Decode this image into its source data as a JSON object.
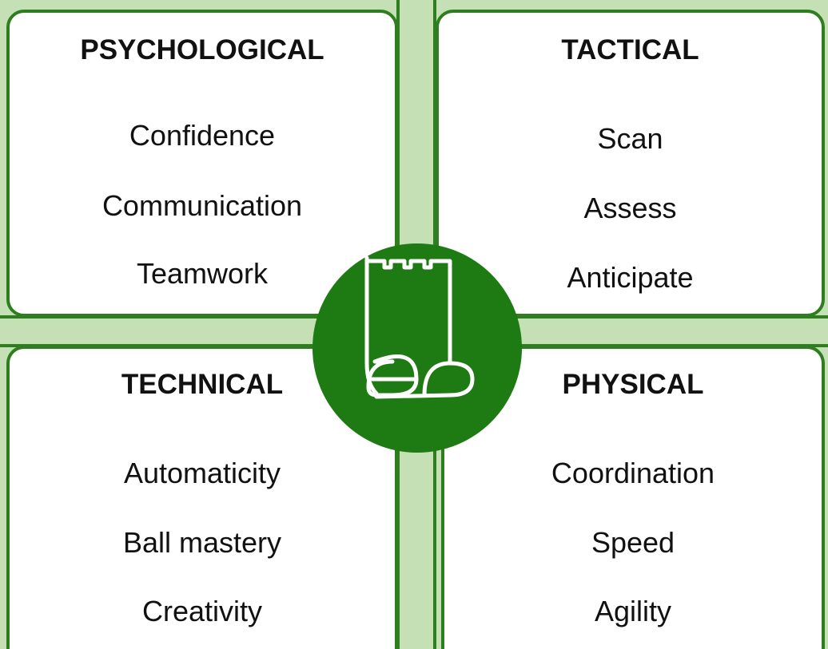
{
  "quadrants": {
    "psychological": {
      "title": "PSYCHOLOGICAL",
      "items": [
        "Confidence",
        "Communication",
        "Teamwork"
      ]
    },
    "tactical": {
      "title": "TACTICAL",
      "items": [
        "Scan",
        "Assess",
        "Anticipate"
      ]
    },
    "technical": {
      "title": "TECHNICAL",
      "items": [
        "Automaticity",
        "Ball mastery",
        "Creativity"
      ]
    },
    "physical": {
      "title": "PHYSICAL",
      "items": [
        "Coordination",
        "Speed",
        "Agility"
      ]
    }
  },
  "logo": {
    "icon": "eb-castle-logo",
    "color": "#1e7a12"
  },
  "colors": {
    "background": "#c5e0b4",
    "border": "#2e7d1e"
  }
}
